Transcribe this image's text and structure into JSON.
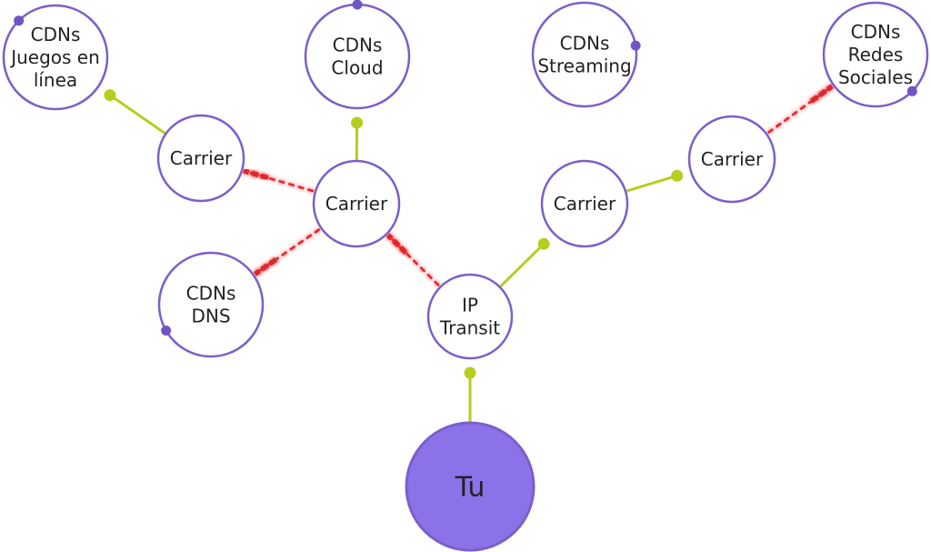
{
  "colors": {
    "node_border": "#7b5fc9",
    "node_fill": "#ffffff",
    "main_fill": "#8c72e8",
    "main_text": "#ffffff",
    "good_link": "#b7cd1f",
    "bad_link": "#e2262b",
    "dot": "#6f55c4"
  },
  "nodes": {
    "you": {
      "label": [
        "Tu"
      ]
    },
    "ip_transit": {
      "label": [
        "IP",
        "Transit"
      ]
    },
    "carrier_center": {
      "label": [
        "Carrier"
      ]
    },
    "carrier_left": {
      "label": [
        "Carrier"
      ]
    },
    "carrier_mid_right": {
      "label": [
        "Carrier"
      ]
    },
    "carrier_far_right": {
      "label": [
        "Carrier"
      ]
    },
    "cdn_gaming": {
      "label": [
        "CDNs",
        "Juegos en",
        "línea"
      ]
    },
    "cdn_cloud": {
      "label": [
        "CDNs",
        "Cloud"
      ]
    },
    "cdn_streaming": {
      "label": [
        "CDNs",
        "Streaming"
      ]
    },
    "cdn_social": {
      "label": [
        "CDNs",
        "Redes",
        "Sociales"
      ]
    },
    "cdn_dns": {
      "label": [
        "CDNs",
        "DNS"
      ]
    }
  },
  "links": [
    {
      "from": "you",
      "to": "ip_transit",
      "status": "good"
    },
    {
      "from": "ip_transit",
      "to": "carrier_mid_right",
      "status": "good"
    },
    {
      "from": "ip_transit",
      "to": "carrier_center",
      "status": "bad"
    },
    {
      "from": "carrier_center",
      "to": "carrier_left",
      "status": "bad"
    },
    {
      "from": "carrier_center",
      "to": "cdn_cloud",
      "status": "good"
    },
    {
      "from": "carrier_center",
      "to": "cdn_dns",
      "status": "bad"
    },
    {
      "from": "carrier_left",
      "to": "cdn_gaming",
      "status": "good"
    },
    {
      "from": "carrier_mid_right",
      "to": "cdn_streaming",
      "status": "bad"
    },
    {
      "from": "carrier_mid_right",
      "to": "carrier_far_right",
      "status": "good"
    },
    {
      "from": "carrier_far_right",
      "to": "cdn_social",
      "status": "bad"
    }
  ]
}
